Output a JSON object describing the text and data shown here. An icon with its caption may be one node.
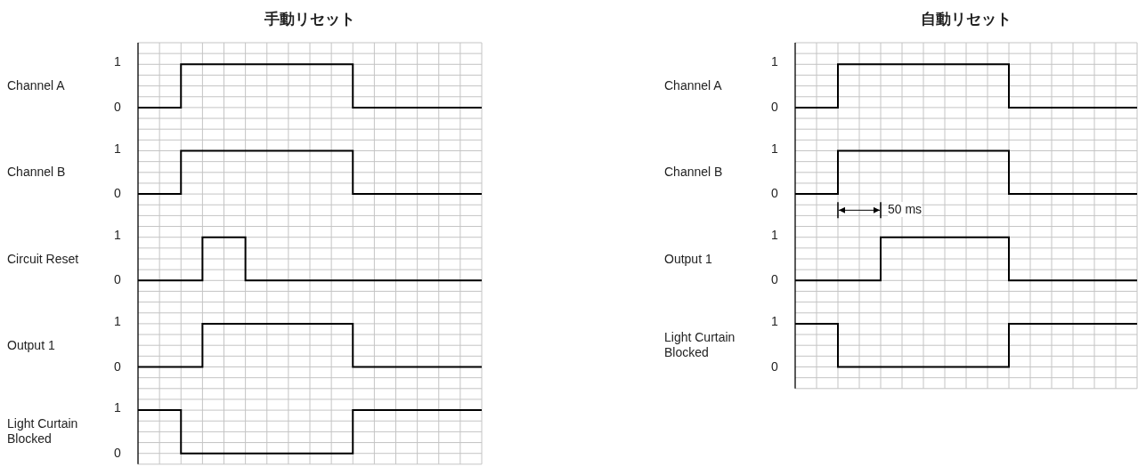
{
  "diagram": {
    "labels": [
      "手動リセット",
      "自動リセット",
      "Channel A",
      "1",
      "0",
      "Channel B",
      "1",
      "0",
      "Circuit Reset",
      "1",
      "0",
      "Output 1",
      "1",
      "0",
      "Light Curtain Blocked",
      "1",
      "0",
      "Channel A",
      "1",
      "0",
      "Channel B",
      "1",
      "0",
      "50 ms",
      "Output 1",
      "1",
      "0",
      "Light Curtain Blocked",
      "1",
      "0"
    ]
  }
}
